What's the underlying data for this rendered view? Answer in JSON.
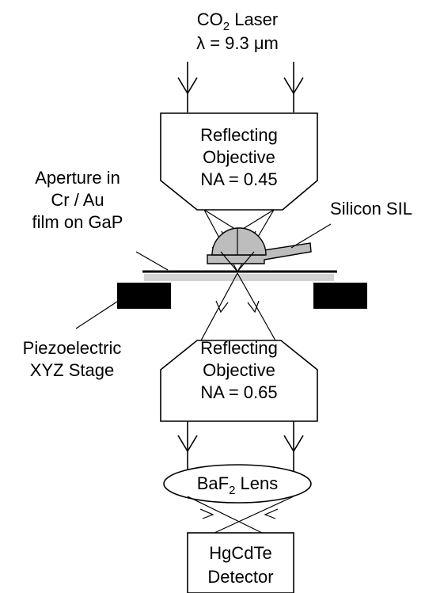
{
  "labels": {
    "laser_line1": "CO",
    "laser_sub": "2",
    "laser_line1_tail": " Laser",
    "laser_line2": "λ = 9.3 μm",
    "obj1_line1": "Reflecting",
    "obj1_line2": "Objective",
    "obj1_line3": "NA = 0.45",
    "aperture_line1": "Aperture in",
    "aperture_line2": "Cr / Au",
    "aperture_line3": "film on GaP",
    "sil": "Silicon SIL",
    "stage_line1": "Piezoelectric",
    "stage_line2": "XYZ Stage",
    "obj2_line1": "Reflecting",
    "obj2_line2": "Objective",
    "obj2_line3": "NA = 0.65",
    "lens_main": "BaF",
    "lens_sub": "2",
    "lens_tail": " Lens",
    "detector_line1": "HgCdTe",
    "detector_line2": "Detector"
  },
  "colors": {
    "line": "#000000",
    "sil_fill": "#bdbdbd",
    "gap_fill": "#d3d3d3",
    "stage_fill": "#000000",
    "background": "#ffffff"
  }
}
